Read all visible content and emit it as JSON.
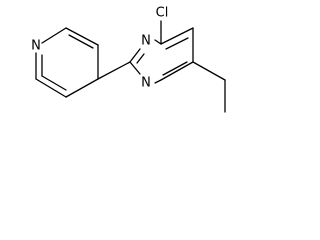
{
  "molecule": {
    "atoms": {
      "n_pyridine": "N",
      "n_pyrimidine_top": "N",
      "n_pyrimidine_bottom": "N",
      "chlorine": "Cl"
    }
  }
}
